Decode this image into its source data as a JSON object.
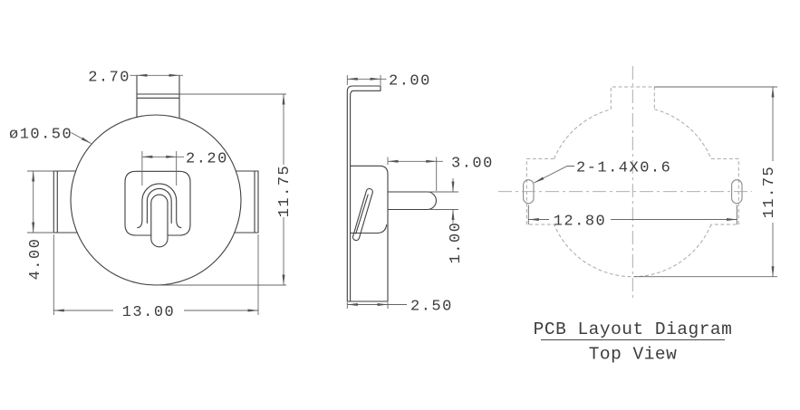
{
  "front_view": {
    "dim_tab_width": "2.70",
    "dim_diameter": "ø10.50",
    "dim_slot_width": "2.20",
    "dim_height": "11.75",
    "dim_wing_height": "4.00",
    "dim_overall_width": "13.00"
  },
  "side_view": {
    "dim_hook_width": "2.00",
    "dim_pin_length": "3.00",
    "dim_pin_thickness": "1.00",
    "dim_depth": "2.50"
  },
  "pcb_view": {
    "dim_pad_spec": "2-1.4X0.6",
    "dim_pad_spacing": "12.80",
    "dim_height": "11.75",
    "title": "PCB Layout Diagram",
    "subtitle": "Top View"
  }
}
